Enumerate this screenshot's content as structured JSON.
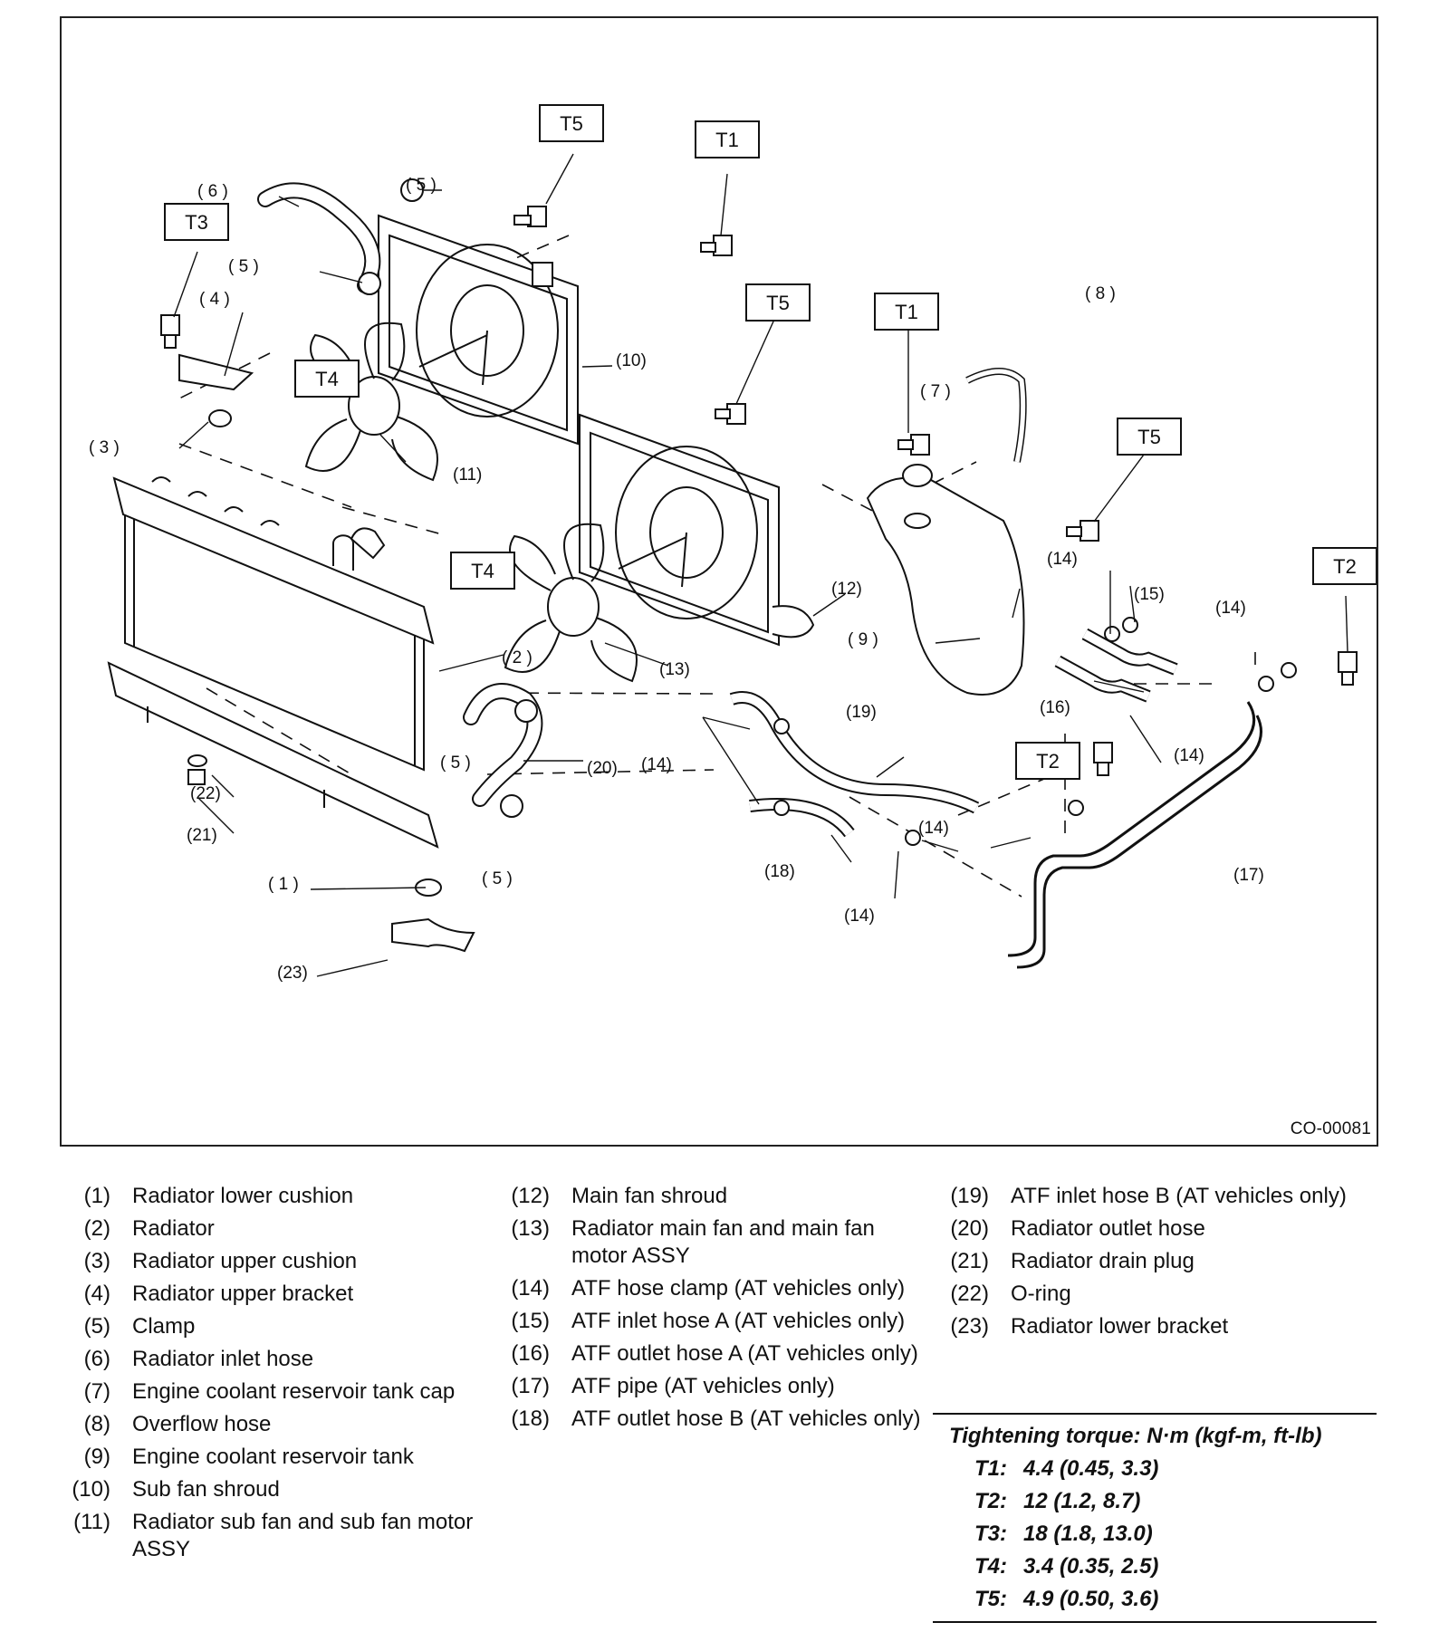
{
  "figure_code": "CO-00081",
  "torque_tags": [
    "T1",
    "T2",
    "T3",
    "T4",
    "T5"
  ],
  "callouts": {
    "c1": "( 1 )",
    "c2": "( 2 )",
    "c3": "( 3 )",
    "c4": "( 4 )",
    "c5": "( 5 )",
    "c6": "( 6 )",
    "c7": "( 7 )",
    "c8": "( 8 )",
    "c9": "( 9 )",
    "c10": "(10)",
    "c11": "(11)",
    "c12": "(12)",
    "c13": "(13)",
    "c14": "(14)",
    "c15": "(15)",
    "c16": "(16)",
    "c17": "(17)",
    "c18": "(18)",
    "c19": "(19)",
    "c20": "(20)",
    "c21": "(21)",
    "c22": "(22)",
    "c23": "(23)"
  },
  "legend": {
    "col1": [
      {
        "num": "(1)",
        "text": "Radiator lower cushion"
      },
      {
        "num": "(2)",
        "text": "Radiator"
      },
      {
        "num": "(3)",
        "text": "Radiator upper cushion"
      },
      {
        "num": "(4)",
        "text": "Radiator upper bracket"
      },
      {
        "num": "(5)",
        "text": "Clamp"
      },
      {
        "num": "(6)",
        "text": "Radiator inlet hose"
      },
      {
        "num": "(7)",
        "text": "Engine coolant reservoir tank cap"
      },
      {
        "num": "(8)",
        "text": "Overflow hose"
      },
      {
        "num": "(9)",
        "text": "Engine coolant reservoir tank"
      },
      {
        "num": "(10)",
        "text": "Sub fan shroud"
      },
      {
        "num": "(11)",
        "text": "Radiator sub fan and sub fan motor ASSY"
      }
    ],
    "col2": [
      {
        "num": "(12)",
        "text": "Main fan shroud"
      },
      {
        "num": "(13)",
        "text": "Radiator main fan and main fan motor ASSY"
      },
      {
        "num": "(14)",
        "text": "ATF hose clamp (AT vehicles only)"
      },
      {
        "num": "(15)",
        "text": "ATF inlet hose A (AT vehicles only)"
      },
      {
        "num": "(16)",
        "text": "ATF outlet hose A (AT vehicles only)"
      },
      {
        "num": "(17)",
        "text": "ATF pipe (AT vehicles only)"
      },
      {
        "num": "(18)",
        "text": "ATF outlet hose B (AT vehicles only)"
      }
    ],
    "col3": [
      {
        "num": "(19)",
        "text": "ATF inlet hose B (AT vehicles only)"
      },
      {
        "num": "(20)",
        "text": "Radiator outlet hose"
      },
      {
        "num": "(21)",
        "text": "Radiator drain plug"
      },
      {
        "num": "(22)",
        "text": "O-ring"
      },
      {
        "num": "(23)",
        "text": "Radiator lower bracket"
      }
    ]
  },
  "torque": {
    "title": "Tightening torque: N·m (kgf-m, ft-lb)",
    "rows": [
      {
        "tag": "T1:",
        "value": "4.4 (0.45, 3.3)"
      },
      {
        "tag": "T2:",
        "value": "12 (1.2, 8.7)"
      },
      {
        "tag": "T3:",
        "value": "18 (1.8, 13.0)"
      },
      {
        "tag": "T4:",
        "value": "3.4 (0.35, 2.5)"
      },
      {
        "tag": "T5:",
        "value": "4.9 (0.50, 3.6)"
      }
    ]
  }
}
